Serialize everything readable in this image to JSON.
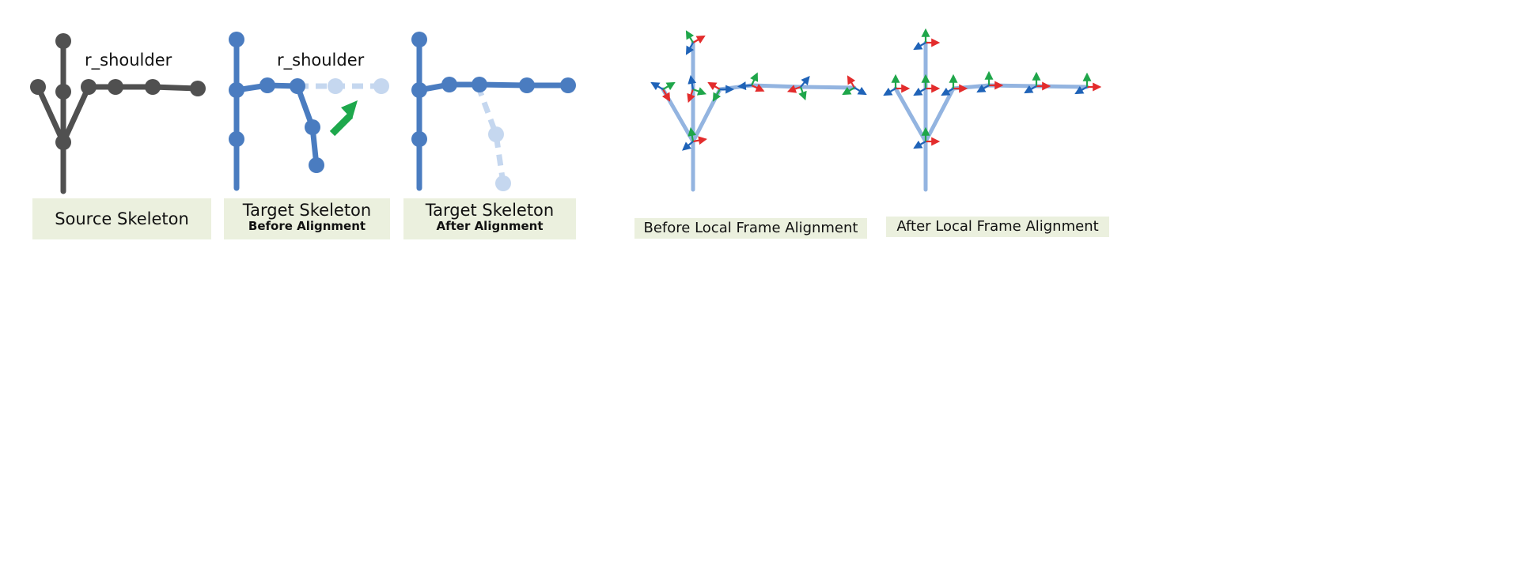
{
  "colors": {
    "source": "#505050",
    "target": "#4a7cc0",
    "faded": "#c5d7ef",
    "frame_bone": "#93b4e0",
    "axis_red": "#e32c2c",
    "axis_green": "#1fa64a",
    "axis_blue": "#1f63b8",
    "arrow": "#1ea84c",
    "label_bg": "#ebf0de"
  },
  "joint_labels": {
    "source": "r_shoulder",
    "target": "r_shoulder"
  },
  "labels": {
    "source": {
      "main": "Source Skeleton"
    },
    "before": {
      "main": "Target Skeleton",
      "sub": "Before Alignment"
    },
    "after": {
      "main": "Target Skeleton",
      "sub": "After Alignment"
    },
    "frame_before": {
      "main": "Before Local Frame Alignment"
    },
    "frame_after": {
      "main": "After Local Frame Alignment"
    }
  },
  "icons": {
    "adjust_arrow": "green-arrow-icon"
  }
}
